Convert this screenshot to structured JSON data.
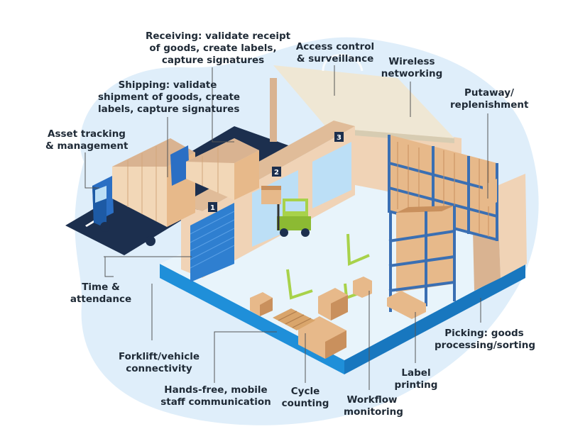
{
  "labels": {
    "receiving": [
      "Receiving: validate receipt",
      "of goods, create labels,",
      "capture signatures"
    ],
    "access_control": [
      "Access control",
      "& surveillance"
    ],
    "wireless": [
      "Wireless",
      "networking"
    ],
    "shipping": [
      "Shipping: validate",
      "shipment of goods, create",
      "labels, capture signatures"
    ],
    "putaway": [
      "Putaway/",
      "replenishment"
    ],
    "asset_tracking": [
      "Asset tracking",
      "& management"
    ],
    "time_attendance": [
      "Time &",
      "attendance"
    ],
    "picking": [
      "Picking: goods",
      "processing/sorting"
    ],
    "forklift": [
      "Forklift/vehicle",
      "connectivity"
    ],
    "label_printing": [
      "Label",
      "printing"
    ],
    "hands_free": [
      "Hands-free, mobile",
      "staff communication"
    ],
    "cycle_counting": [
      "Cycle",
      "counting"
    ],
    "workflow": [
      "Workflow",
      "monitoring"
    ]
  },
  "doors": [
    "1",
    "2",
    "3"
  ],
  "colors": {
    "blob": "#dfeefa",
    "floor": "#e8f4fb",
    "floor_edge": "#1f8fd9",
    "wall": "#f0d3b6",
    "wall_dark": "#d9b391",
    "roof": "#efe7d4",
    "door": "#2f7fd0",
    "box": "#e7b98a",
    "box_dark": "#c9905d",
    "rack": "#3a6fb3",
    "forklift": "#a8d24a",
    "truck": "#2b6fc4",
    "road": "#1c2f4e",
    "text": "#1f2a36",
    "leader": "#555555"
  }
}
